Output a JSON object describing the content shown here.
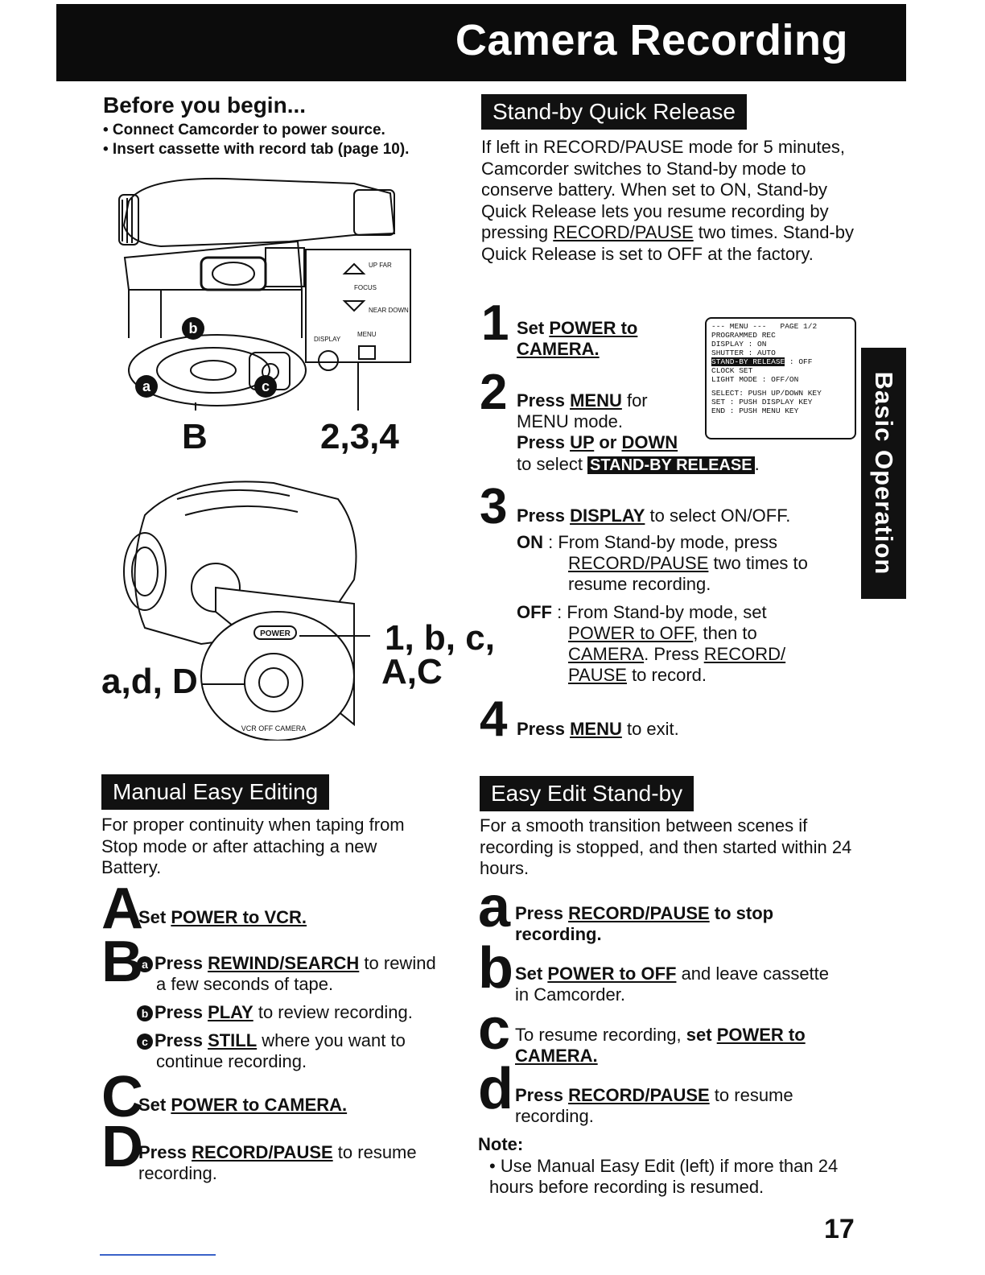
{
  "header": {
    "title": "Camera Recording"
  },
  "side_tab": {
    "label": "Basic Operation"
  },
  "before": {
    "heading": "Before you begin...",
    "items": [
      "• Connect Camcorder to power source.",
      "• Insert cassette with record tab (page 10)."
    ]
  },
  "illustration": {
    "label_b": "B",
    "label_234": "2,3,4",
    "label_adD": "a,d, D",
    "label_1bc": "1, b, c,",
    "label_AC": "A,C",
    "callout_a": "a",
    "callout_b": "b",
    "callout_c": "c",
    "dial_power": "POWER",
    "dial_positions": "VCR OFF CAMERA",
    "panel_up": "UP FAR",
    "panel_focus": "FOCUS",
    "panel_near": "NEAR DOWN",
    "panel_display": "DISPLAY",
    "panel_menu": "MENU"
  },
  "standby": {
    "heading": "Stand-by Quick Release",
    "intro_1": "If left in RECORD/PAUSE mode for 5 minutes, Camcorder switches to Stand-by mode to conserve battery. When set to ON, Stand-by Quick Release lets you resume recording by pressing ",
    "intro_link": "RECORD/PAUSE",
    "intro_2": " two times. Stand-by Quick Release is set to OFF at the factory.",
    "s1_num": "1",
    "s1_pre": "Set ",
    "s1_u": "POWER to CAMERA.",
    "s2_num": "2",
    "s2_pre": "Press ",
    "s2_u": "MENU",
    "s2_post": " for",
    "s2_line2": "MENU mode.",
    "s2_b_pre": "Press ",
    "s2_b_u1": "UP",
    "s2_b_or": " or ",
    "s2_b_u2": "DOWN",
    "s2_sel_pre": "to select ",
    "s2_sel_hl": "STAND-BY RELEASE",
    "s2_sel_post": ".",
    "s3_num": "3",
    "s3_pre": "Press ",
    "s3_u": "DISPLAY",
    "s3_post": " to select ON/OFF.",
    "on_label": "ON",
    "on_colon": " : ",
    "on_text1": "From Stand-by mode, press",
    "on_u": "RECORD/PAUSE",
    "on_text2": " two times to",
    "on_text3": "resume recording.",
    "off_label": "OFF",
    "off_colon": " : ",
    "off_text1": "From Stand-by mode, set",
    "off_u1": "POWER to OFF",
    "off_text2": ", then to",
    "off_u2": "CAMERA",
    "off_text3": ". Press ",
    "off_u3": "RECORD/",
    "off_u4": "PAUSE",
    "off_text4": " to record.",
    "s4_num": "4",
    "s4_pre": "Press ",
    "s4_u": "MENU",
    "s4_post": " to exit."
  },
  "menu_screen": {
    "header": "--- MENU ---",
    "page": "PAGE 1/2",
    "rows": [
      "PROGRAMMED REC",
      "DISPLAY      : ON",
      "SHUTTER      : AUTO"
    ],
    "highlight": "STAND-BY RELEASE",
    "highlight_val": " : OFF",
    "rows2": [
      "CLOCK SET",
      "LIGHT MODE   : OFF/ON"
    ],
    "foot": [
      "SELECT: PUSH UP/DOWN KEY",
      "SET   : PUSH DISPLAY KEY",
      "END   : PUSH MENU KEY"
    ]
  },
  "manual": {
    "heading": "Manual Easy Editing",
    "intro": "For proper continuity when taping from Stop mode or after attaching a new Battery.",
    "A_letter": "A",
    "A_pre": "Set ",
    "A_u": "POWER to VCR.",
    "B_letter": "B",
    "Ba_c": "a",
    "Ba_pre": "Press ",
    "Ba_u": "REWIND/SEARCH",
    "Ba_post": " to rewind",
    "Ba_line2": "a few seconds of tape.",
    "Bb_c": "b",
    "Bb_pre": "Press ",
    "Bb_u": "PLAY",
    "Bb_post": " to review recording.",
    "Bc_c": "c",
    "Bc_pre": "Press ",
    "Bc_u": "STILL",
    "Bc_post": " where you want to",
    "Bc_line2": "continue recording.",
    "C_letter": "C",
    "C_pre": "Set ",
    "C_u": "POWER to CAMERA.",
    "D_letter": "D",
    "D_pre": "Press ",
    "D_u": "RECORD/PAUSE",
    "D_post": " to resume",
    "D_line2": "recording."
  },
  "easy": {
    "heading": "Easy Edit Stand-by",
    "intro": "For a smooth transition between scenes if recording is stopped, and then started within 24 hours.",
    "a_letter": "a",
    "a_pre": "Press ",
    "a_u": "RECORD/PAUSE",
    "a_post": " to stop",
    "a_line2": "recording.",
    "b_letter": "b",
    "b_pre": "Set ",
    "b_u": "POWER to OFF",
    "b_post": " and leave cassette",
    "b_line2": "in Camcorder.",
    "c_letter": "c",
    "c_pre": "To resume recording, ",
    "c_bold": "set ",
    "c_u": "POWER to",
    "c_u2": "CAMERA.",
    "d_letter": "d",
    "d_pre": "Press ",
    "d_u": "RECORD/PAUSE",
    "d_post": " to resume",
    "d_line2": "recording.",
    "note_label": "Note:",
    "note_text": "• Use Manual Easy Edit (left) if more than 24 hours before recording is resumed."
  },
  "page_number": "17"
}
